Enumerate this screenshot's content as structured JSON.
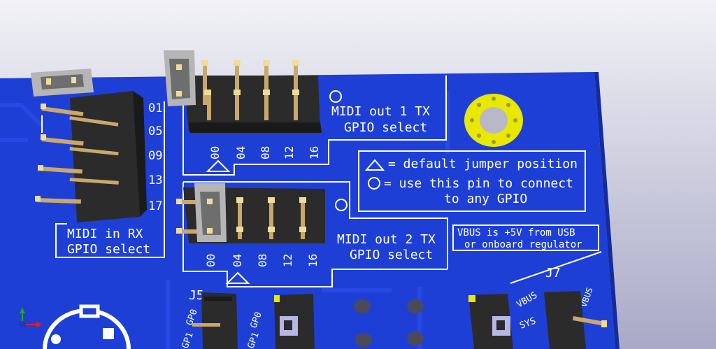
{
  "colors": {
    "board": "#1e3fd6",
    "board_dark": "#1733b0",
    "silkscreen": "#ffffff",
    "pad_gold": "#e6e600",
    "header_plastic": "#2b2b2b",
    "pin_gold": "#c9a86a"
  },
  "silkscreen": {
    "midi_in_rx": [
      "MIDI in RX",
      "GPIO select"
    ],
    "midi_in_pins": [
      "01",
      "05",
      "09",
      "13",
      "17"
    ],
    "midi_out1_tx": [
      "MIDI out 1 TX",
      "GPIO select"
    ],
    "midi_out1_pins": [
      "00",
      "04",
      "08",
      "12",
      "16"
    ],
    "midi_out2_tx": [
      "MIDI out 2 TX",
      "GPIO select"
    ],
    "midi_out2_pins": [
      "00",
      "04",
      "08",
      "12",
      "16"
    ],
    "legend_default": "= default jumper position",
    "legend_connect": [
      "= use this pin to connect",
      "to any GPIO"
    ],
    "vbus_note": [
      "VBUS is +5V from USB",
      "or onboard regulator"
    ],
    "j7": "J7",
    "j5": "J5",
    "gp0_left": "GP0",
    "gp1_left": "GP1",
    "gp0_mid": "GP0",
    "gp1_mid": "GP1",
    "vbus_label": "VBUS",
    "sys_label": "SYS",
    "vbus_right": "VBUS"
  },
  "axes_gizmo": {
    "icon": "xyz-axes-icon"
  }
}
